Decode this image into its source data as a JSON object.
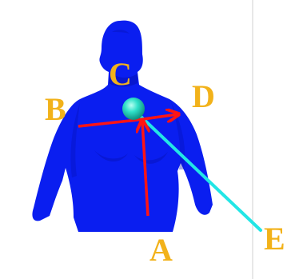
{
  "diagram": {
    "labels": {
      "a": "A",
      "b": "B",
      "c": "C",
      "d": "D",
      "e": "E"
    },
    "colors": {
      "body": "#0a1ef0",
      "body_shade": "#0612b4",
      "marker": "#2fe0c8",
      "arrows": "#ff1414",
      "pointer_line": "#22e6e6",
      "labels": "#f2b21a",
      "separator": "#d0d0d0"
    },
    "icons": {
      "figure": "human-torso-icon",
      "marker": "sphere-icon"
    }
  }
}
